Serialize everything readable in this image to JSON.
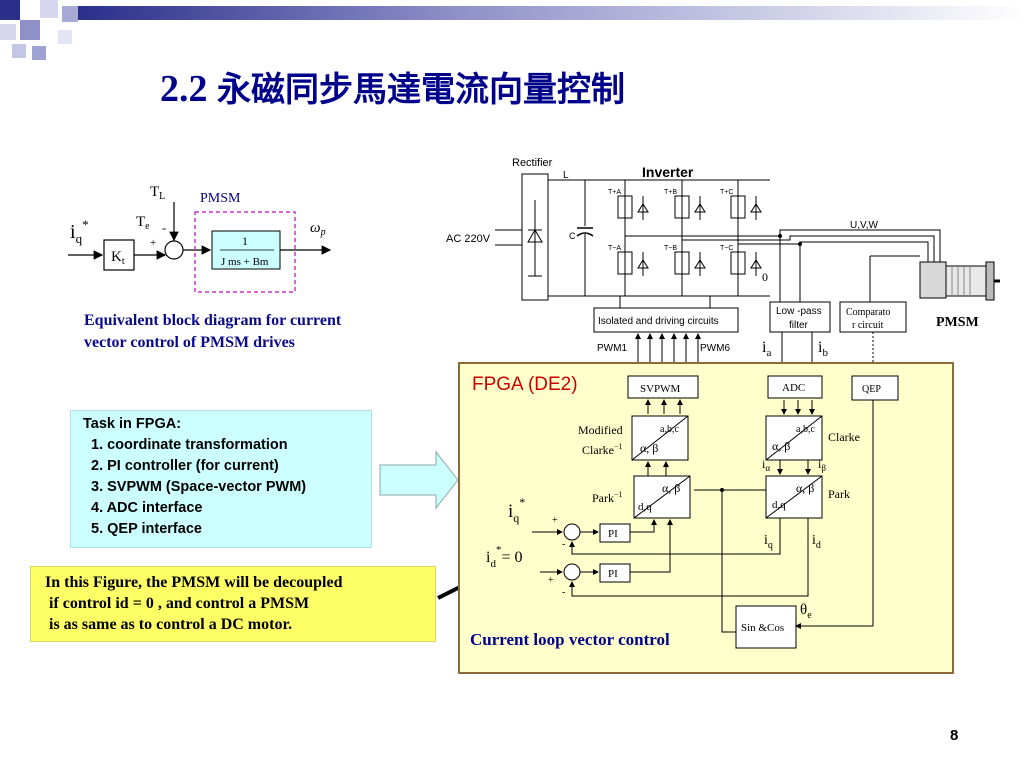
{
  "slide": {
    "title_number": "2.2",
    "title_text": "永磁同步馬達電流向量控制",
    "page_number": "8"
  },
  "block_diagram": {
    "input_label": "i",
    "input_sub": "q",
    "input_sup": "*",
    "gain": "K",
    "gain_sub": "t",
    "torque_load": "T",
    "torque_load_sub": "L",
    "torque_e": "T",
    "torque_e_sub": "e",
    "minus": "-",
    "plus": "+",
    "plant_label": "PMSM",
    "tf_num": "1",
    "tf_den": "J ms + Bm",
    "output": "ω",
    "output_sub": "p"
  },
  "caption": {
    "line1": "Equivalent block diagram for current",
    "line2": "vector control of PMSM drives"
  },
  "task_box": {
    "heading": "Task in FPGA:",
    "items": [
      "1. coordinate transformation",
      "2. PI controller (for current)",
      "3. SVPWM (Space-vector PWM)",
      "4. ADC interface",
      "5. QEP interface"
    ]
  },
  "note_box": {
    "lines": [
      "In this Figure, the PMSM will be decoupled",
      " if control id = 0 , and control a PMSM",
      " is as same as to control a DC motor."
    ]
  },
  "power_circuit": {
    "rectifier": "Rectifier",
    "inductor": "L",
    "inverter": "Inverter",
    "ac_source": "AC 220V",
    "capacitor": "C",
    "uvw": "U,V,W",
    "isolation": "Isolated and driving circuits",
    "pwm1": "PWM1",
    "pwm6": "PWM6",
    "lowpass_1": "Low -pass",
    "lowpass_2": "filter",
    "comparator_1": "Comparato",
    "comparator_2": "r circuit",
    "motor": "PMSM",
    "ia": "i",
    "ia_sub": "a",
    "ib": "i",
    "ib_sub": "b",
    "zero": "0",
    "switches_top": [
      "T+A",
      "T+B",
      "T+C"
    ],
    "switches_bottom": [
      "T−A",
      "T−B",
      "T−C"
    ]
  },
  "fpga": {
    "label": "FPGA (DE2)",
    "svpwm": "SVPWM",
    "adc": "ADC",
    "qep": "QEP",
    "mod_clarke_1": "Modified",
    "mod_clarke_2": "Clarke",
    "mod_clarke_sup": "−1",
    "abc": "a,b,c",
    "alphabeta": "α, β",
    "clarke": "Clarke",
    "i_alpha": "i",
    "i_alpha_sub": "α",
    "i_beta": "i",
    "i_beta_sub": "β",
    "park_inv": "Park",
    "park_inv_sup": "−1",
    "park": "Park",
    "dq": "d,q",
    "iq_ref": "i",
    "iq_ref_sub": "q",
    "iq_ref_sup": "*",
    "id_ref": "i",
    "id_ref_sub": "d",
    "id_ref_sup": "*",
    "id_ref_val": "= 0",
    "pi": "PI",
    "iq": "i",
    "iq_sub": "q",
    "id": "i",
    "id_sub": "d",
    "theta": "θ",
    "theta_sub": "e",
    "sincos": "Sin &Cos",
    "plus": "+",
    "minus": "-",
    "loop_label": "Current loop  vector control"
  },
  "colors": {
    "title": "#00008b",
    "caption": "#0a0a8a",
    "task_bg": "#ccffff",
    "note_bg": "#ffff66",
    "fpga_bg": "#ffffcc",
    "fpga_label": "#cc0000",
    "pmsm_dash": "#cc33cc",
    "tf_fill": "#ccffff"
  }
}
